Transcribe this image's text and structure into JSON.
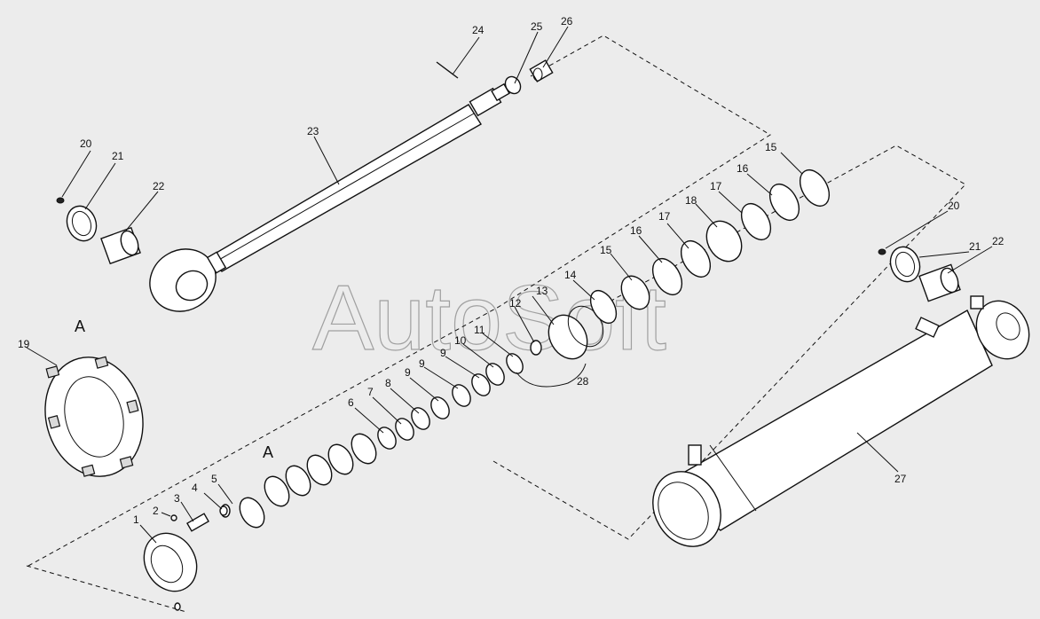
{
  "watermark": "AutoSoft",
  "view_label_main": "A",
  "view_label_ref": "A",
  "callouts": [
    {
      "id": "c1",
      "text": "1"
    },
    {
      "id": "c2",
      "text": "2"
    },
    {
      "id": "c3",
      "text": "3"
    },
    {
      "id": "c4",
      "text": "4"
    },
    {
      "id": "c5",
      "text": "5"
    },
    {
      "id": "c6",
      "text": "6"
    },
    {
      "id": "c7",
      "text": "7"
    },
    {
      "id": "c8",
      "text": "8"
    },
    {
      "id": "c9a",
      "text": "9"
    },
    {
      "id": "c9b",
      "text": "9"
    },
    {
      "id": "c10",
      "text": "10"
    },
    {
      "id": "c11",
      "text": "11"
    },
    {
      "id": "c12",
      "text": "12"
    },
    {
      "id": "c13",
      "text": "13"
    },
    {
      "id": "c14",
      "text": "14"
    },
    {
      "id": "c15a",
      "text": "15"
    },
    {
      "id": "c15b",
      "text": "15"
    },
    {
      "id": "c16a",
      "text": "16"
    },
    {
      "id": "c16b",
      "text": "16"
    },
    {
      "id": "c17a",
      "text": "17"
    },
    {
      "id": "c17b",
      "text": "17"
    },
    {
      "id": "c18",
      "text": "18"
    },
    {
      "id": "c19",
      "text": "19"
    },
    {
      "id": "c20a",
      "text": "20"
    },
    {
      "id": "c20b",
      "text": "20"
    },
    {
      "id": "c21a",
      "text": "21"
    },
    {
      "id": "c21b",
      "text": "21"
    },
    {
      "id": "c22a",
      "text": "22"
    },
    {
      "id": "c22b",
      "text": "22"
    },
    {
      "id": "c23",
      "text": "23"
    },
    {
      "id": "c24",
      "text": "24"
    },
    {
      "id": "c25",
      "text": "25"
    },
    {
      "id": "c26",
      "text": "26"
    },
    {
      "id": "c27",
      "text": "27"
    },
    {
      "id": "c28",
      "text": "28"
    }
  ]
}
